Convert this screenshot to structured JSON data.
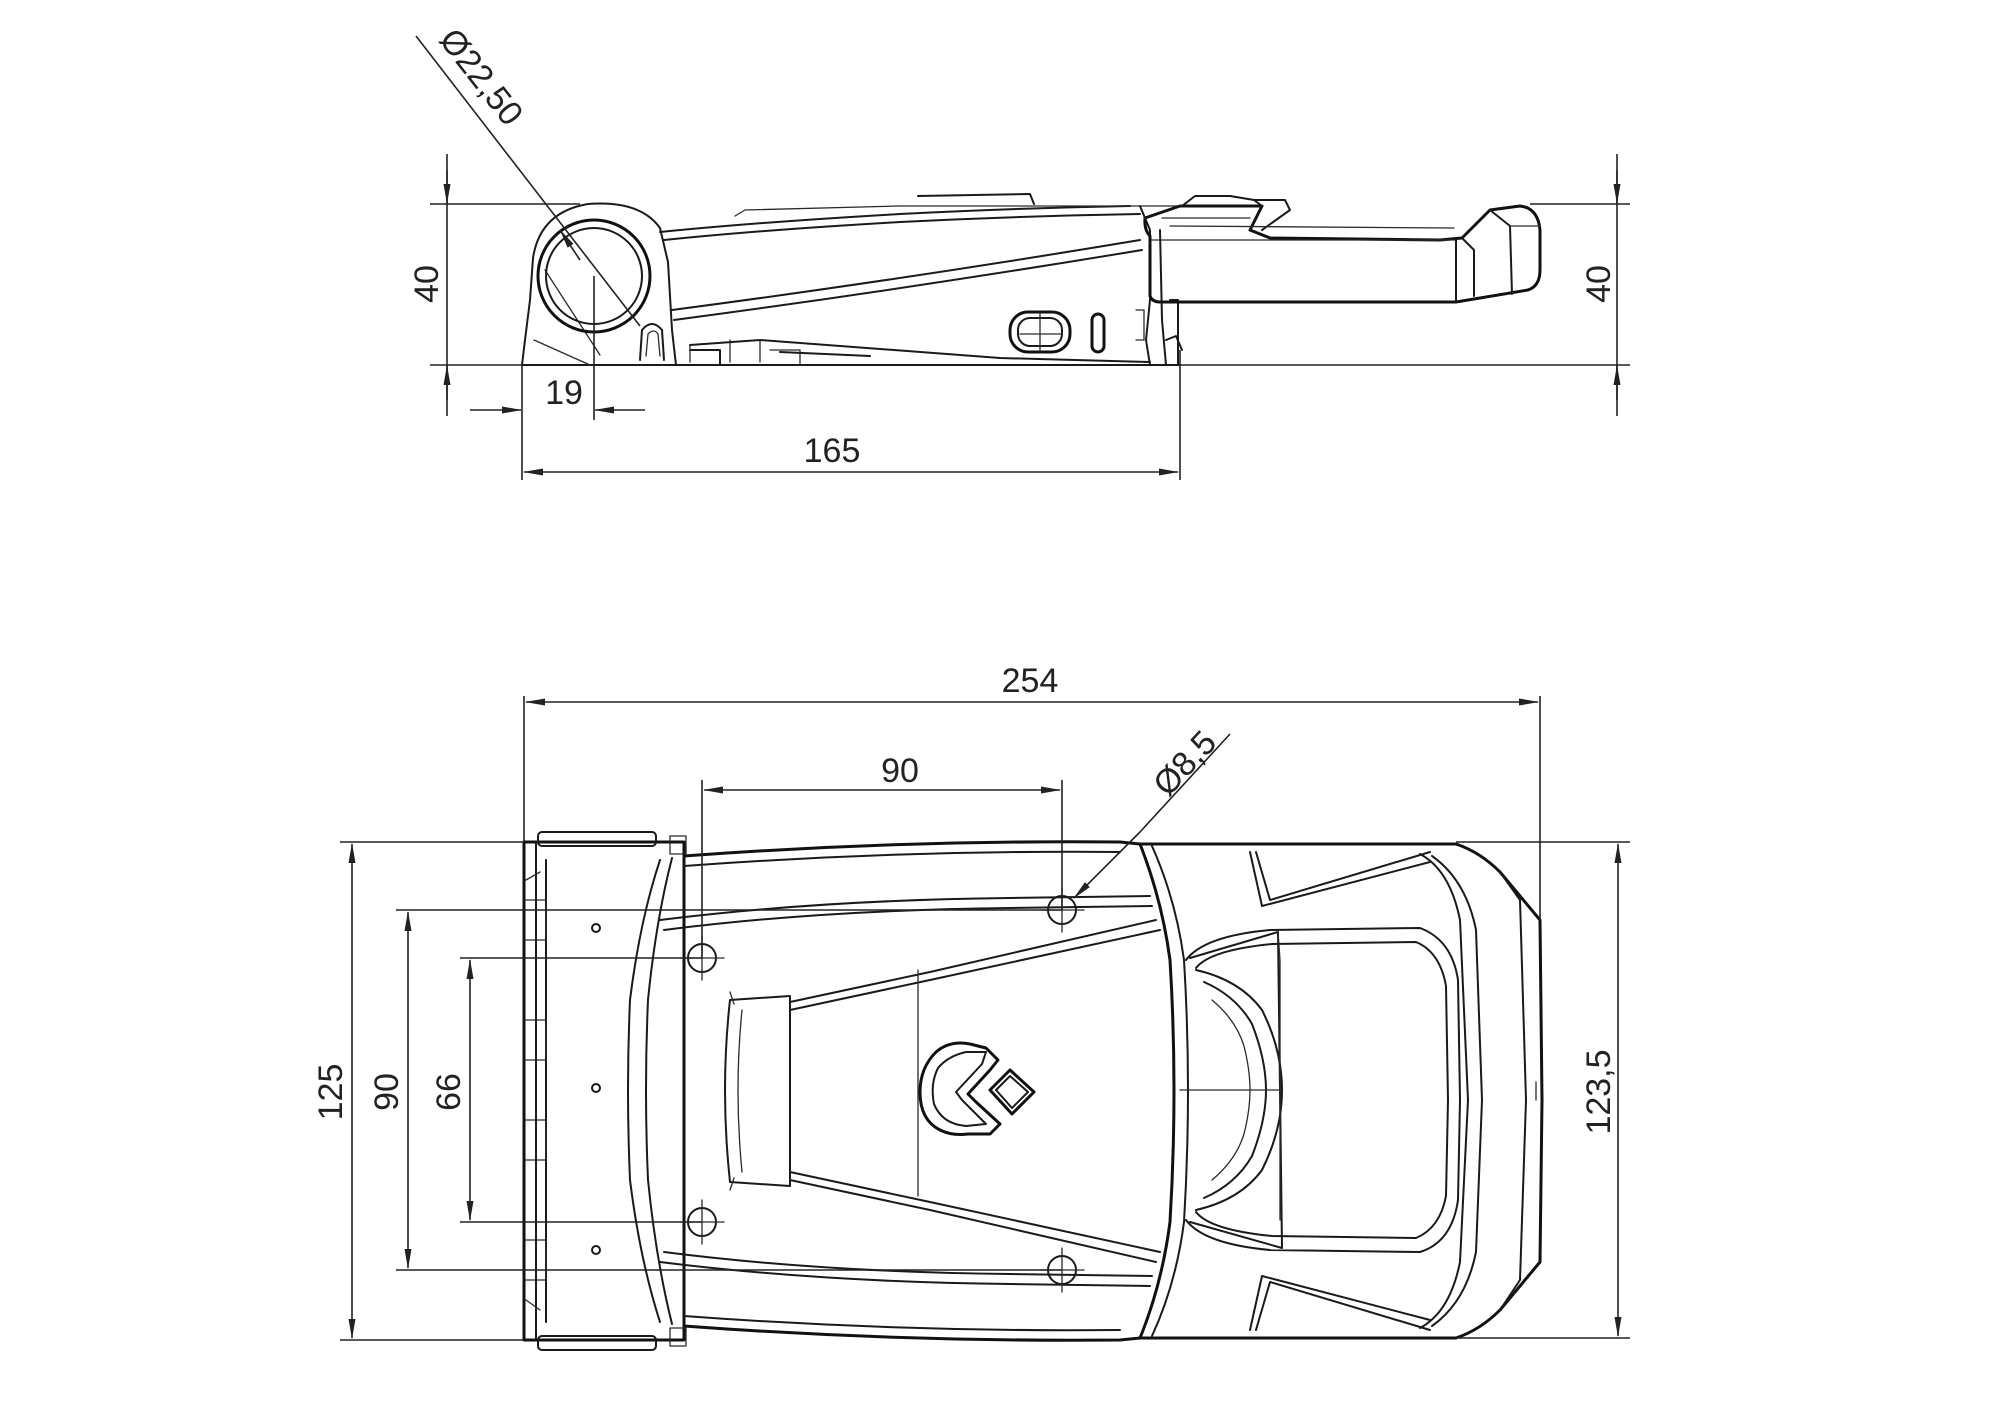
{
  "side_view": {
    "dim_pin_diameter": "Ø22,50",
    "dim_height_left": "40",
    "dim_height_right": "40",
    "dim_pin_offset": "19",
    "dim_base_length": "165"
  },
  "top_view": {
    "dim_overall_length": "254",
    "dim_hole_spacing_x": "90",
    "dim_hole_diameter": "Ø8,5",
    "dim_overall_width": "125",
    "dim_outer_hole_spacing": "90",
    "dim_inner_hole_spacing": "66",
    "dim_handle_width": "123,5"
  }
}
